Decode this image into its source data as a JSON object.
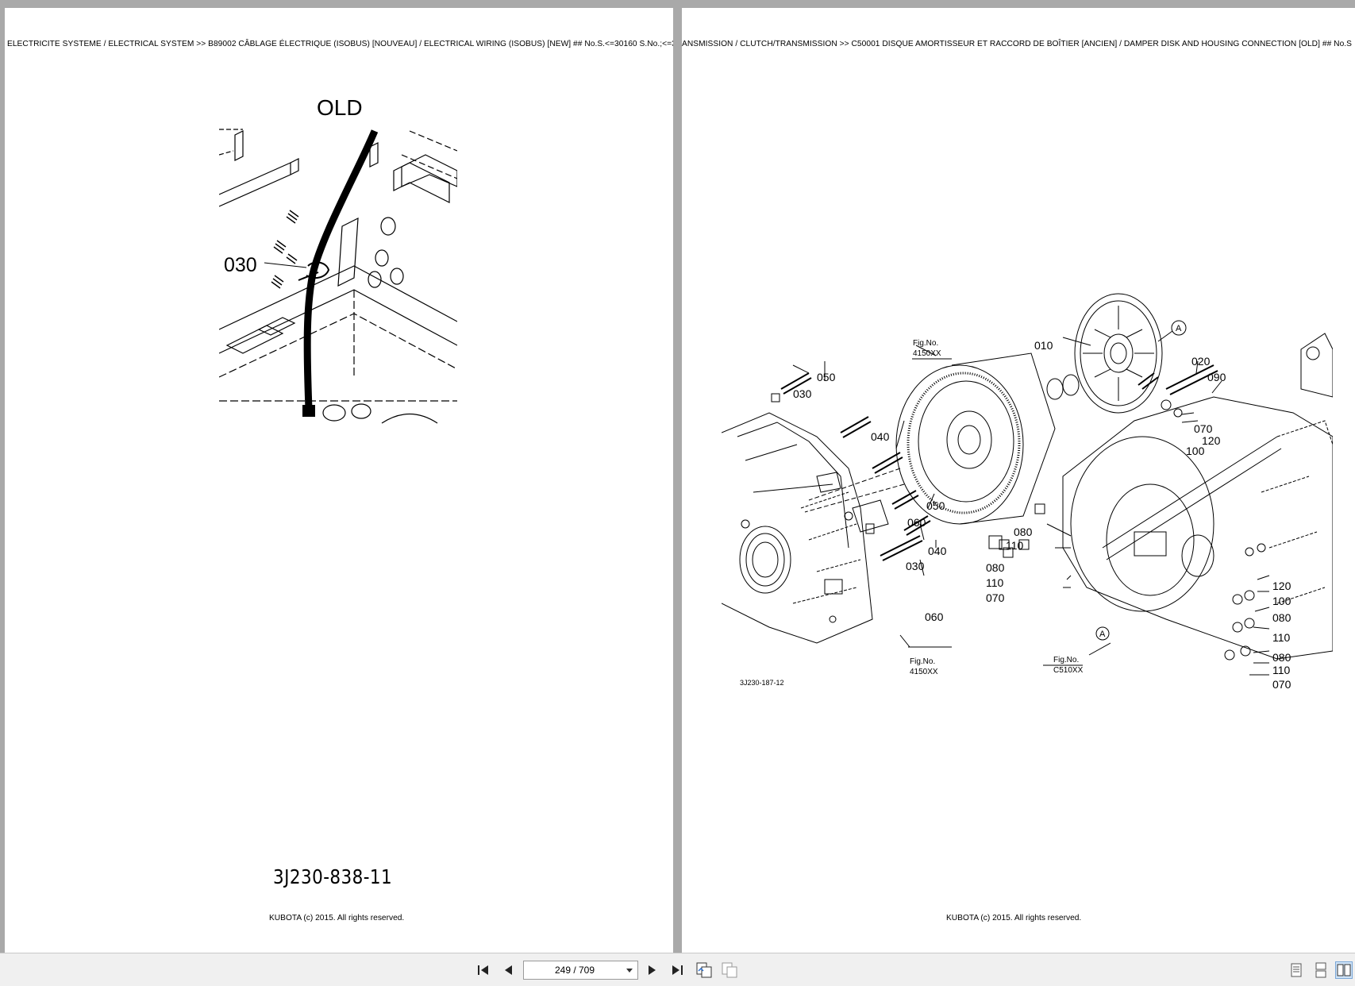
{
  "left_page": {
    "header": "ELECTRICITE SYSTEME / ELECTRICAL SYSTEM >> B89002   CÂBLAGE ÉLECTRIQUE (ISOBUS) [NOUVEAU] / ELECTRICAL WIRING (ISOBUS) [NEW] ## No.S.<=30160 S.No.;<=3",
    "diagram_title": "OLD",
    "part_labels": [
      "030"
    ],
    "figure_code": "3J230-838-11",
    "copyright": "KUBOTA (c) 2015. All rights reserved."
  },
  "right_page": {
    "header": "ANSMISSION / CLUTCH/TRANSMISSION >> C50001   DISQUE AMORTISSEUR ET RACCORD DE BOÎTIER [ANCIEN] / DAMPER DISK AND HOUSING CONNECTION [OLD] ## No.S",
    "part_labels": [
      "010",
      "020",
      "030",
      "040",
      "050",
      "060",
      "070",
      "080",
      "090",
      "100",
      "110",
      "120"
    ],
    "marker": "A",
    "fig_refs": [
      {
        "label": "Fig.No.",
        "code": "4150XX"
      },
      {
        "label": "Fig.No.",
        "code": "4150XX"
      },
      {
        "label": "Fig.No.",
        "code": "C510XX"
      }
    ],
    "figure_code": "3J230-187-12",
    "copyright": "KUBOTA (c) 2015. All rights reserved."
  },
  "toolbar": {
    "page_indicator": "249 / 709",
    "buttons": [
      "first-page-icon",
      "prev-page-icon",
      "next-page-icon",
      "last-page-icon",
      "rotate-view-icon",
      "extract-page-icon",
      "single-page-view-icon",
      "continuous-view-icon",
      "two-page-view-icon"
    ]
  }
}
